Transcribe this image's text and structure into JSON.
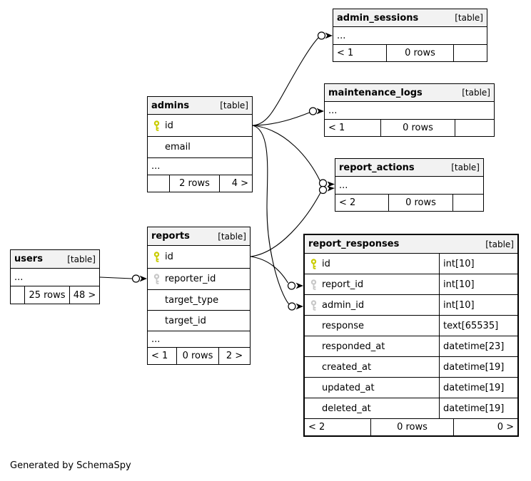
{
  "page": {
    "generated_by": "Generated by SchemaSpy"
  },
  "colors": {
    "canvas_bg": "#ffffff",
    "header_bg": "#f2f2f2",
    "border": "#000000",
    "primary_key_icon": "#c9cc00",
    "foreign_key_icon": "#c8c8c8"
  },
  "icons": {
    "primary_key": "key-icon-yellow",
    "foreign_key": "key-icon-gray"
  },
  "tables": {
    "admin_sessions": {
      "title": "admin_sessions",
      "badge": "[table]",
      "collapsed": "...",
      "footer": {
        "parents": "< 1",
        "rows": "0 rows",
        "children": ""
      }
    },
    "maintenance_logs": {
      "title": "maintenance_logs",
      "badge": "[table]",
      "collapsed": "...",
      "footer": {
        "parents": "< 1",
        "rows": "0 rows",
        "children": ""
      }
    },
    "report_actions": {
      "title": "report_actions",
      "badge": "[table]",
      "collapsed": "...",
      "footer": {
        "parents": "< 2",
        "rows": "0 rows",
        "children": ""
      }
    },
    "admins": {
      "title": "admins",
      "badge": "[table]",
      "collapsed": "...",
      "columns": [
        {
          "label": "id",
          "key": "primary"
        },
        {
          "label": "email",
          "key": ""
        }
      ],
      "footer": {
        "parents": "",
        "rows": "2 rows",
        "children": "4 >"
      }
    },
    "reports": {
      "title": "reports",
      "badge": "[table]",
      "collapsed": "...",
      "columns": [
        {
          "label": "id",
          "key": "primary"
        },
        {
          "label": "reporter_id",
          "key": "foreign"
        },
        {
          "label": "target_type",
          "key": ""
        },
        {
          "label": "target_id",
          "key": ""
        }
      ],
      "footer": {
        "parents": "< 1",
        "rows": "0 rows",
        "children": "2 >"
      }
    },
    "users": {
      "title": "users",
      "badge": "[table]",
      "collapsed": "...",
      "footer": {
        "parents": "",
        "rows": "25 rows",
        "children": "48 >"
      }
    },
    "report_responses": {
      "title": "report_responses",
      "badge": "[table]",
      "columns": [
        {
          "label": "id",
          "type": "int[10]",
          "key": "primary"
        },
        {
          "label": "report_id",
          "type": "int[10]",
          "key": "foreign"
        },
        {
          "label": "admin_id",
          "type": "int[10]",
          "key": "foreign"
        },
        {
          "label": "response",
          "type": "text[65535]",
          "key": ""
        },
        {
          "label": "responded_at",
          "type": "datetime[23]",
          "key": ""
        },
        {
          "label": "created_at",
          "type": "datetime[19]",
          "key": ""
        },
        {
          "label": "updated_at",
          "type": "datetime[19]",
          "key": ""
        },
        {
          "label": "deleted_at",
          "type": "datetime[19]",
          "key": ""
        }
      ],
      "footer": {
        "parents": "< 2",
        "rows": "0 rows",
        "children": "0 >"
      }
    }
  }
}
